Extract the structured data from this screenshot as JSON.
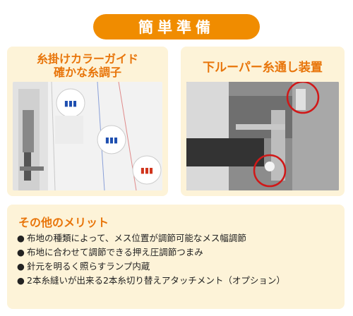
{
  "title": "簡単準備",
  "left_panel": {
    "heading_line1": "糸掛けカラーガイド",
    "heading_line2": "確かな糸調子",
    "photo": "sewing-machine-thread-tension-dials-photo"
  },
  "right_panel": {
    "heading": "下ルーパー糸通し装置",
    "photo": "lower-looper-threading-device-photo"
  },
  "merits": {
    "heading": "その他のメリット",
    "bullet": "●",
    "items": [
      "布地の種類によって、メス位置が調節可能なメス幅調節",
      "布地に合わせて調節できる押え圧調節つまみ",
      "針元を明るく照らすランプ内蔵",
      "2本糸縫いが出来る2本糸切り替えアタッチメント（オプション）"
    ]
  },
  "colors": {
    "accent": "#f08c00",
    "heading_text": "#e8750a",
    "panel_bg": "#fdf3d8"
  }
}
